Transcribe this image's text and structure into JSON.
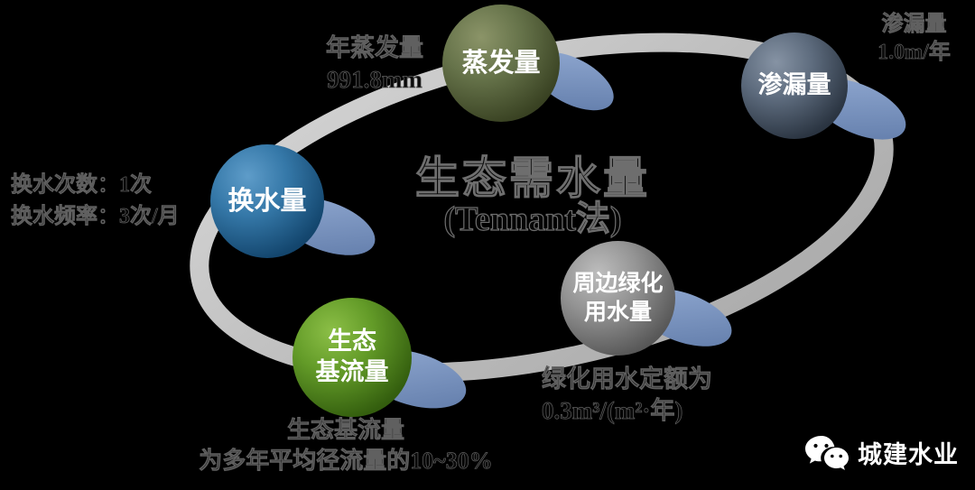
{
  "title": {
    "line1": "生态需水量",
    "line2": "(Tennant法)"
  },
  "nodes": {
    "evaporation": {
      "label": "蒸发量"
    },
    "seepage": {
      "label": "渗漏量"
    },
    "exchange": {
      "label": "换水量"
    },
    "baseflow": {
      "line1": "生态",
      "line2": "基流量"
    },
    "greening": {
      "line1": "周边绿化",
      "line2": "用水量"
    }
  },
  "annotations": {
    "evaporation": {
      "line1": "年蒸发量",
      "line2": "991.8mm"
    },
    "seepage": {
      "line1": "渗漏量",
      "line2": "1.0m/年"
    },
    "exchange": {
      "line1": "换水次数：1次",
      "line2": "换水频率：3次/月"
    },
    "baseflow": {
      "line1": "生态基流量",
      "line2": "为多年平均径流量的10~30%"
    },
    "greening": {
      "line1": "绿化用水定额为",
      "line2": "0.3m³/(m²·年)"
    }
  },
  "watermark": {
    "icon": "wechat-icon",
    "label": "城建水业"
  },
  "colors": {
    "background": "#000000",
    "ring": "#c4c4c4",
    "node_shadow": "#7d98c4",
    "evaporation_ball": "#4c5530",
    "seepage_ball": "#3c4753",
    "exchange_ball": "#1e567f",
    "baseflow_ball": "#4a7a1a",
    "greening_ball": "#7d7d7d",
    "annotation_text": "#606060",
    "label_text": "#ffffff"
  }
}
